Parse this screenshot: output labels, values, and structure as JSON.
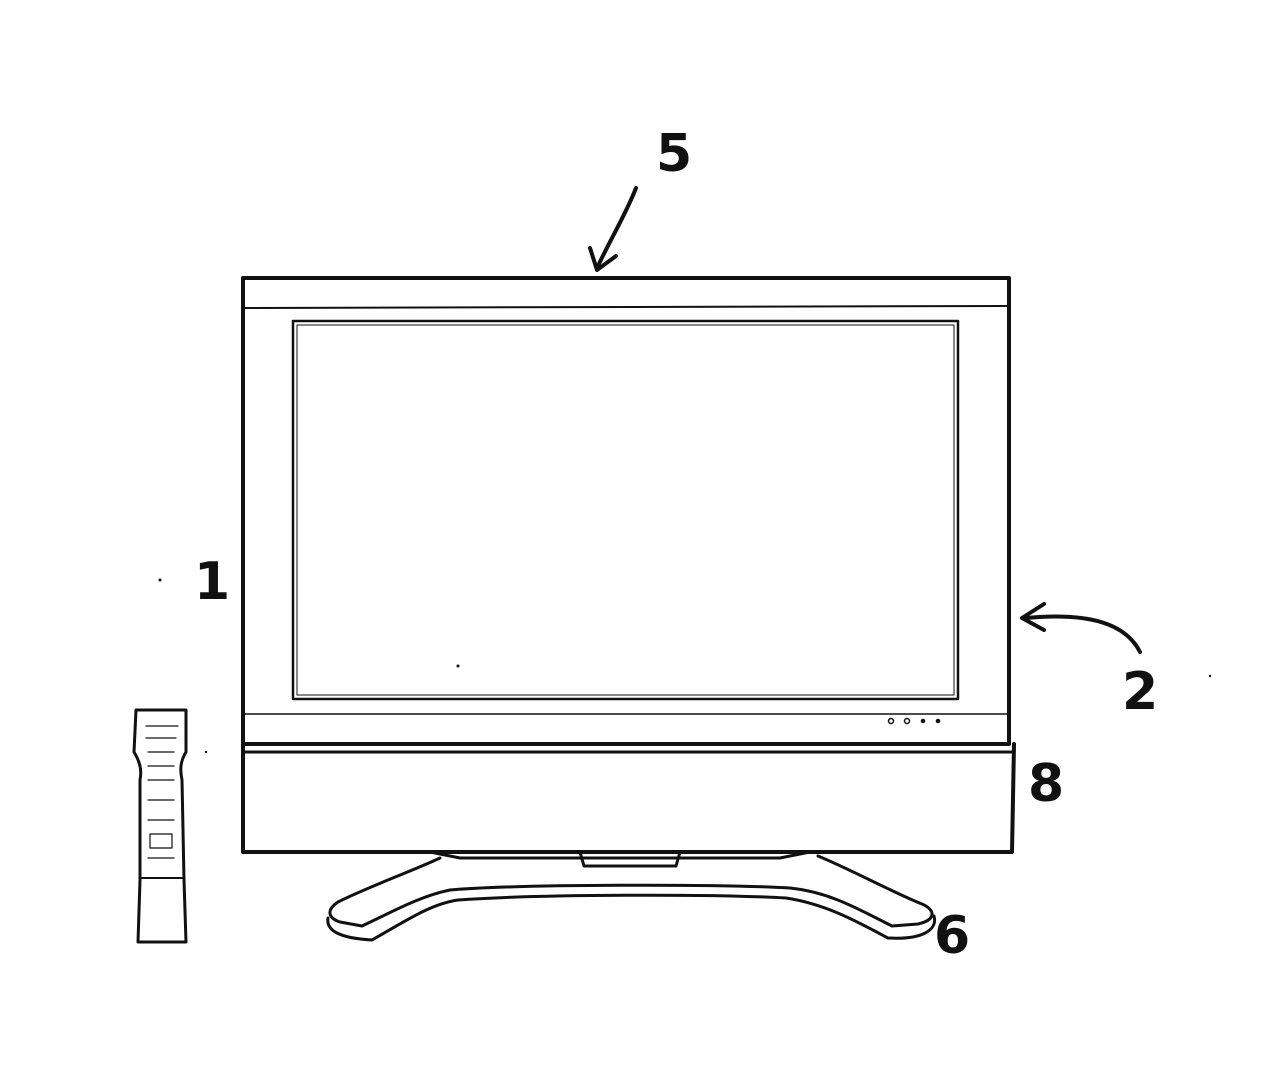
{
  "figure": {
    "reference_numerals": {
      "display_unit": "1",
      "side_pointer": "2",
      "top_pointer": "5",
      "stand": "6",
      "speaker_bar": "8"
    },
    "colors": {
      "ink": "#111111",
      "paper": "#ffffff"
    }
  }
}
